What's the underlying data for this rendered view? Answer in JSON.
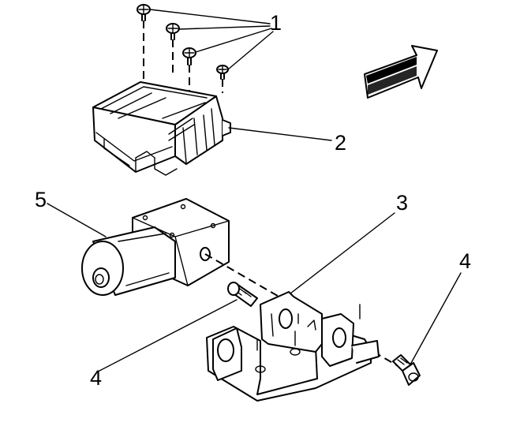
{
  "callouts": {
    "c1": "1",
    "c2": "2",
    "c3": "3",
    "c4a": "4",
    "c4b": "4",
    "c5": "5"
  }
}
